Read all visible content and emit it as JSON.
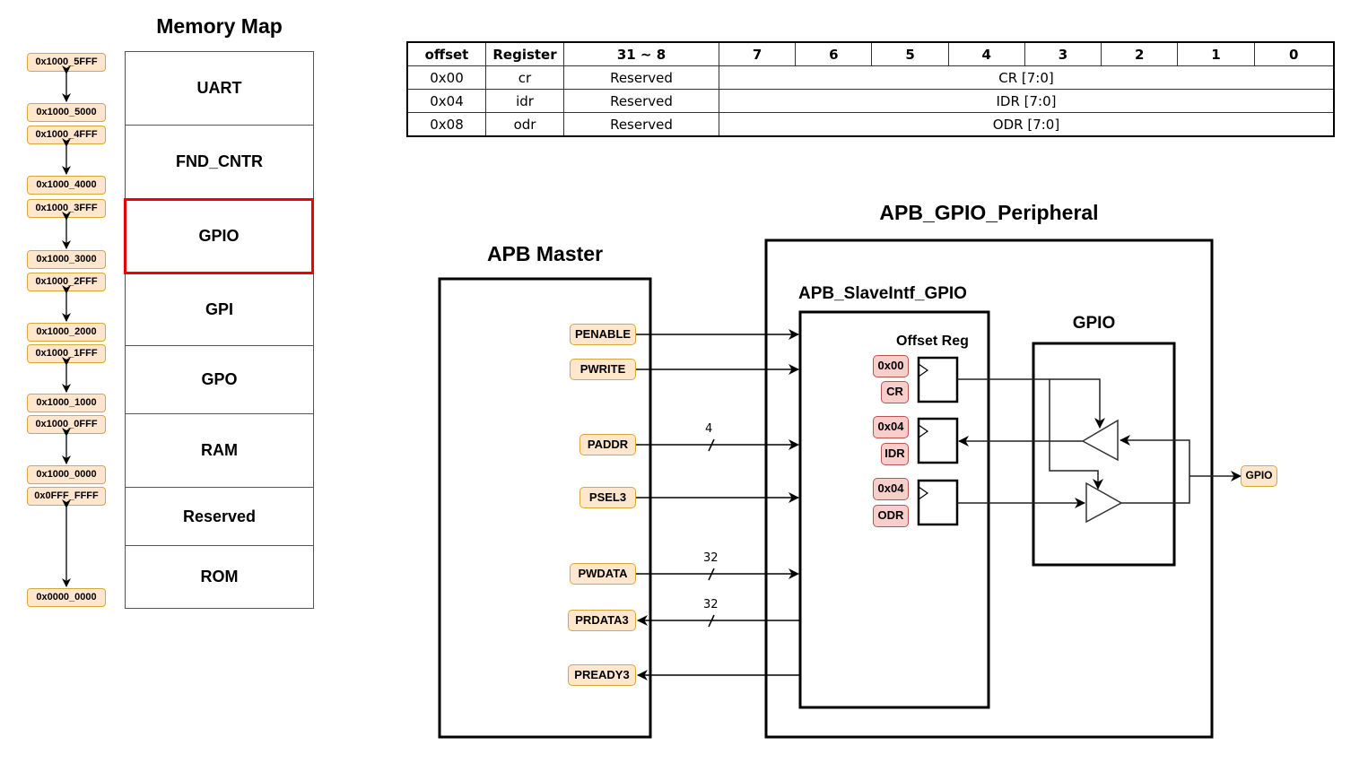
{
  "memory_map": {
    "title": "Memory Map",
    "blocks": [
      {
        "label": "UART",
        "start": "0x1000_5000",
        "end": "0x1000_5FFF",
        "highlighted": false
      },
      {
        "label": "FND_CNTR",
        "start": "0x1000_4000",
        "end": "0x1000_4FFF",
        "highlighted": false
      },
      {
        "label": "GPIO",
        "start": "0x1000_3000",
        "end": "0x1000_3FFF",
        "highlighted": true
      },
      {
        "label": "GPI",
        "start": "0x1000_2000",
        "end": "0x1000_2FFF",
        "highlighted": false
      },
      {
        "label": "GPO",
        "start": "0x1000_1000",
        "end": "0x1000_1FFF",
        "highlighted": false
      },
      {
        "label": "RAM",
        "start": "0x1000_0000",
        "end": "0x1000_0FFF",
        "highlighted": false
      },
      {
        "label": "Reserved",
        "start": "",
        "end": "0x0FFF_FFFF",
        "highlighted": false
      },
      {
        "label": "ROM",
        "start": "0x0000_0000",
        "end": "",
        "highlighted": false
      }
    ],
    "highlight_color": "#ee0000"
  },
  "register_table": {
    "headers": [
      "offset",
      "Register",
      "31 ~ 8",
      "7",
      "6",
      "5",
      "4",
      "3",
      "2",
      "1",
      "0"
    ],
    "rows": [
      {
        "offset": "0x00",
        "register": "cr",
        "upper": "Reserved",
        "field": "CR [7:0]"
      },
      {
        "offset": "0x04",
        "register": "idr",
        "upper": "Reserved",
        "field": "IDR [7:0]"
      },
      {
        "offset": "0x08",
        "register": "odr",
        "upper": "Reserved",
        "field": "ODR [7:0]"
      }
    ]
  },
  "apb_master": {
    "title": "APB Master",
    "signals": [
      {
        "name": "PENABLE",
        "direction": "out",
        "width": ""
      },
      {
        "name": "PWRITE",
        "direction": "out",
        "width": ""
      },
      {
        "name": "PADDR",
        "direction": "out",
        "width": "4"
      },
      {
        "name": "PSEL3",
        "direction": "out",
        "width": ""
      },
      {
        "name": "PWDATA",
        "direction": "out",
        "width": "32"
      },
      {
        "name": "PRDATA3",
        "direction": "in",
        "width": "32"
      },
      {
        "name": "PREADY3",
        "direction": "in",
        "width": ""
      }
    ]
  },
  "peripheral": {
    "title": "APB_GPIO_Peripheral",
    "slave_intf": {
      "title": "APB_SlaveIntf_GPIO",
      "offset_reg_label": "Offset Reg",
      "registers": [
        {
          "offset": "0x00",
          "name": "CR"
        },
        {
          "offset": "0x04",
          "name": "IDR"
        },
        {
          "offset": "0x04",
          "name": "ODR"
        }
      ]
    },
    "gpio_block": {
      "title": "GPIO"
    },
    "external_port": "GPIO"
  },
  "colors": {
    "signal_fill": "#ffe6cc",
    "signal_border": "#d6a83a",
    "reg_fill": "#f8cecc",
    "reg_border": "#b85450"
  }
}
